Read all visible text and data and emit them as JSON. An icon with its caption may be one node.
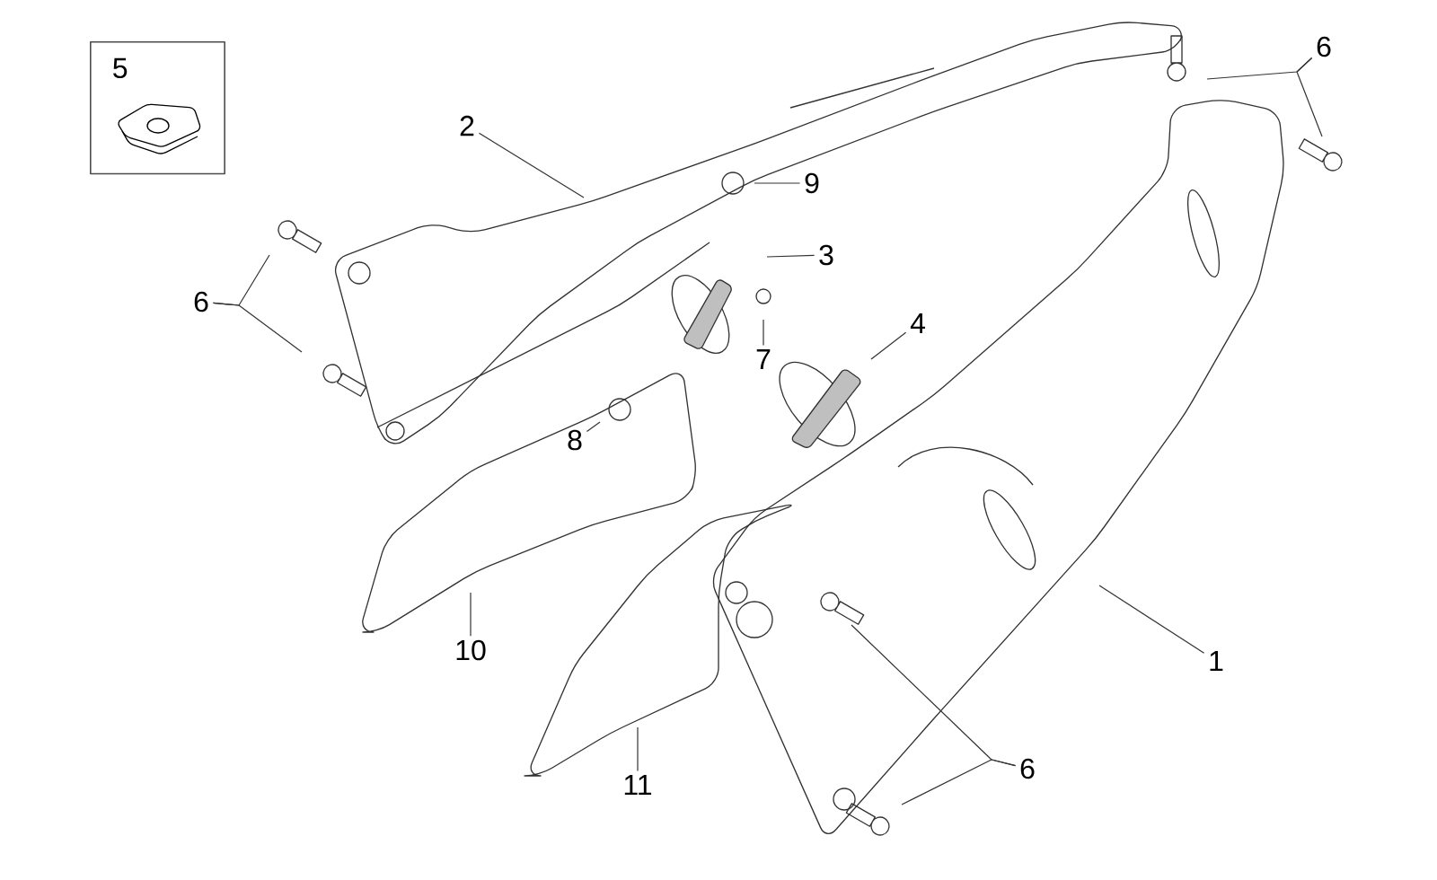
{
  "diagram": {
    "nodes": [
      {
        "text": [
          "5"
        ]
      },
      {
        "text": [
          "6"
        ]
      },
      {
        "text": [
          "2"
        ]
      },
      {
        "text": [
          "9"
        ]
      },
      {
        "text": [
          "3"
        ]
      },
      {
        "text": [
          "6"
        ]
      },
      {
        "text": [
          "4"
        ]
      },
      {
        "text": [
          "7"
        ]
      },
      {
        "text": [
          "8"
        ]
      },
      {
        "text": [
          "10"
        ]
      },
      {
        "text": [
          "1"
        ]
      },
      {
        "text": [
          "6"
        ]
      },
      {
        "text": [
          "11"
        ]
      }
    ],
    "edges": [
      {
        "from": 1,
        "to": null,
        "arrow": "none"
      },
      {
        "from": 1,
        "to": null,
        "arrow": "none"
      },
      {
        "from": 2,
        "to": null,
        "arrow": "none"
      },
      {
        "from": 3,
        "to": null,
        "arrow": "none"
      },
      {
        "from": 4,
        "to": null,
        "arrow": "none"
      },
      {
        "from": 5,
        "to": null,
        "arrow": "none"
      },
      {
        "from": 5,
        "to": null,
        "arrow": "none"
      },
      {
        "from": 6,
        "to": null,
        "arrow": "none"
      },
      {
        "from": 7,
        "to": null,
        "arrow": "none"
      },
      {
        "from": 8,
        "to": null,
        "arrow": "none"
      },
      {
        "from": 9,
        "to": null,
        "arrow": "none"
      },
      {
        "from": 10,
        "to": null,
        "arrow": "none"
      },
      {
        "from": 11,
        "to": null,
        "arrow": "none"
      },
      {
        "from": 11,
        "to": null,
        "arrow": "none"
      },
      {
        "from": 12,
        "to": null,
        "arrow": "none"
      }
    ]
  }
}
